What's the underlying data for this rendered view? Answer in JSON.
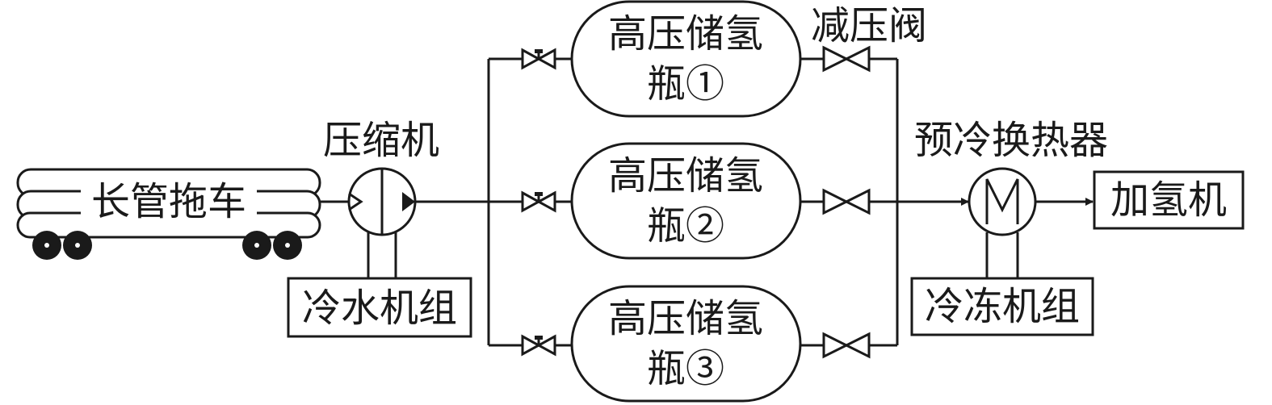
{
  "labels": {
    "tube_trailer": "长管拖车",
    "compressor": "压缩机",
    "chiller_unit": "冷水机组",
    "tank_line1": "高压储氢",
    "tank1_line2": "瓶①",
    "tank2_line2": "瓶②",
    "tank3_line2": "瓶③",
    "pressure_reducing_valve": "减压阀",
    "precooling_heat_exchanger": "预冷换热器",
    "refrigeration_unit": "冷冻机组",
    "dispenser": "加氢机"
  }
}
